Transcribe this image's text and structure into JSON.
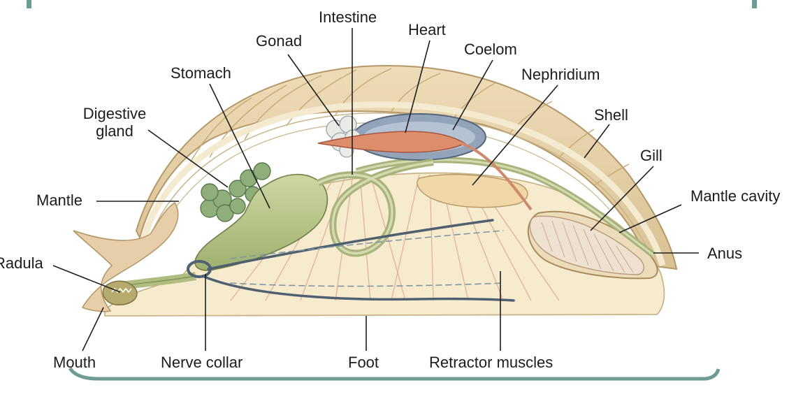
{
  "labels": {
    "intestine": "Intestine",
    "heart": "Heart",
    "gonad": "Gonad",
    "coelom": "Coelom",
    "nephridium": "Nephridium",
    "stomach": "Stomach",
    "digestive_gland_line1": "Digestive",
    "digestive_gland_line2": "gland",
    "shell": "Shell",
    "gill": "Gill",
    "mantle": "Mantle",
    "mantle_cavity": "Mantle cavity",
    "radula": "Radula",
    "anus": "Anus",
    "mouth": "Mouth",
    "nerve_collar": "Nerve collar",
    "foot": "Foot",
    "retractor_muscles": "Retractor muscles"
  },
  "colors": {
    "frame": "#6f9c92",
    "shell": "#e3cfa6",
    "shell_ridge": "#c9ad7f",
    "body": "#f6eccd",
    "gut": "#b7c48a",
    "digestive_gland": "#8fae7a",
    "heart": "#d98a6a",
    "coelom": "#8fa0b6",
    "nerve": "#4f6070",
    "muscle": "#e7b9a8",
    "gill": "#e8d8c8"
  }
}
